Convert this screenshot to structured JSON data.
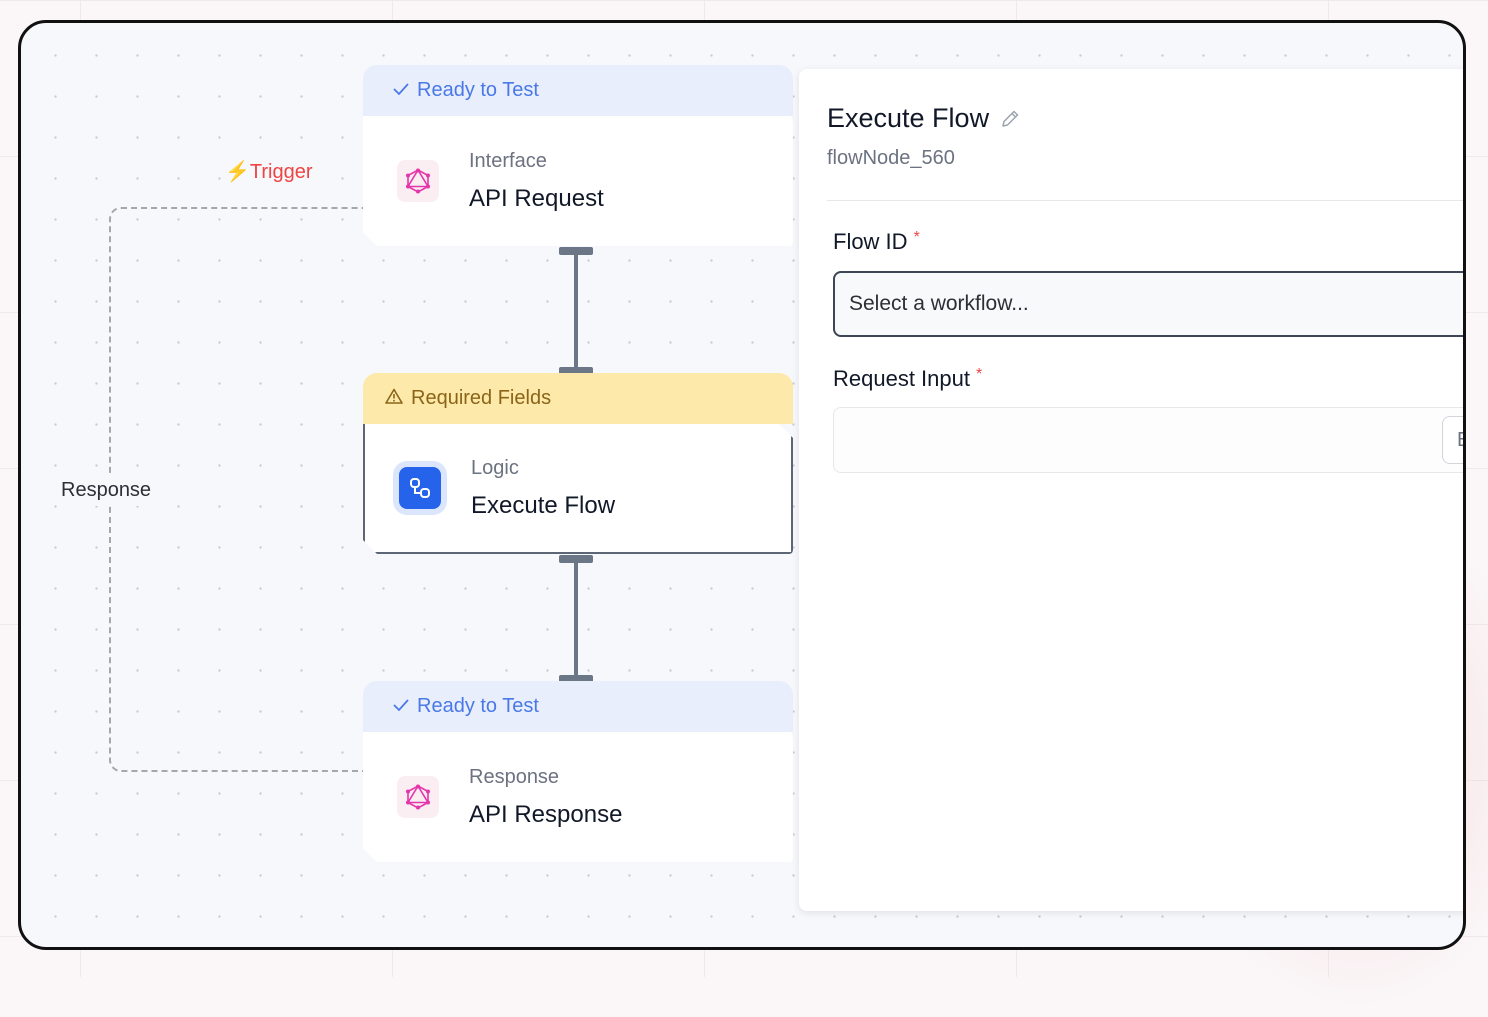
{
  "canvas": {
    "edge_labels": {
      "trigger": "Trigger",
      "response": "Response"
    },
    "nodes": [
      {
        "status_label": "Ready to Test",
        "status_icon": "check-icon",
        "category": "Interface",
        "title": "API Request",
        "icon": "graphql-icon"
      },
      {
        "status_label": "Required Fields",
        "status_icon": "warning-icon",
        "category": "Logic",
        "title": "Execute Flow",
        "icon": "logic-flow-icon"
      },
      {
        "status_label": "Ready to Test",
        "status_icon": "check-icon",
        "category": "Response",
        "title": "API Response",
        "icon": "graphql-icon"
      }
    ]
  },
  "panel": {
    "title": "Execute Flow",
    "node_id": "flowNode_560",
    "fields": {
      "flow_id": {
        "label": "Flow ID",
        "required_mark": "*",
        "placeholder": "Select a workflow..."
      },
      "request_input": {
        "label": "Request Input",
        "required_mark": "*",
        "button_label": "E"
      }
    }
  },
  "colors": {
    "ready_text": "#4a78e6",
    "ready_bg": "#e8eefc",
    "warning_bg": "#fdeaaa",
    "warning_text": "#8c6418",
    "trigger_red": "#ef4444",
    "logic_blue": "#2563eb",
    "graphql_pink": "#e535ab"
  }
}
